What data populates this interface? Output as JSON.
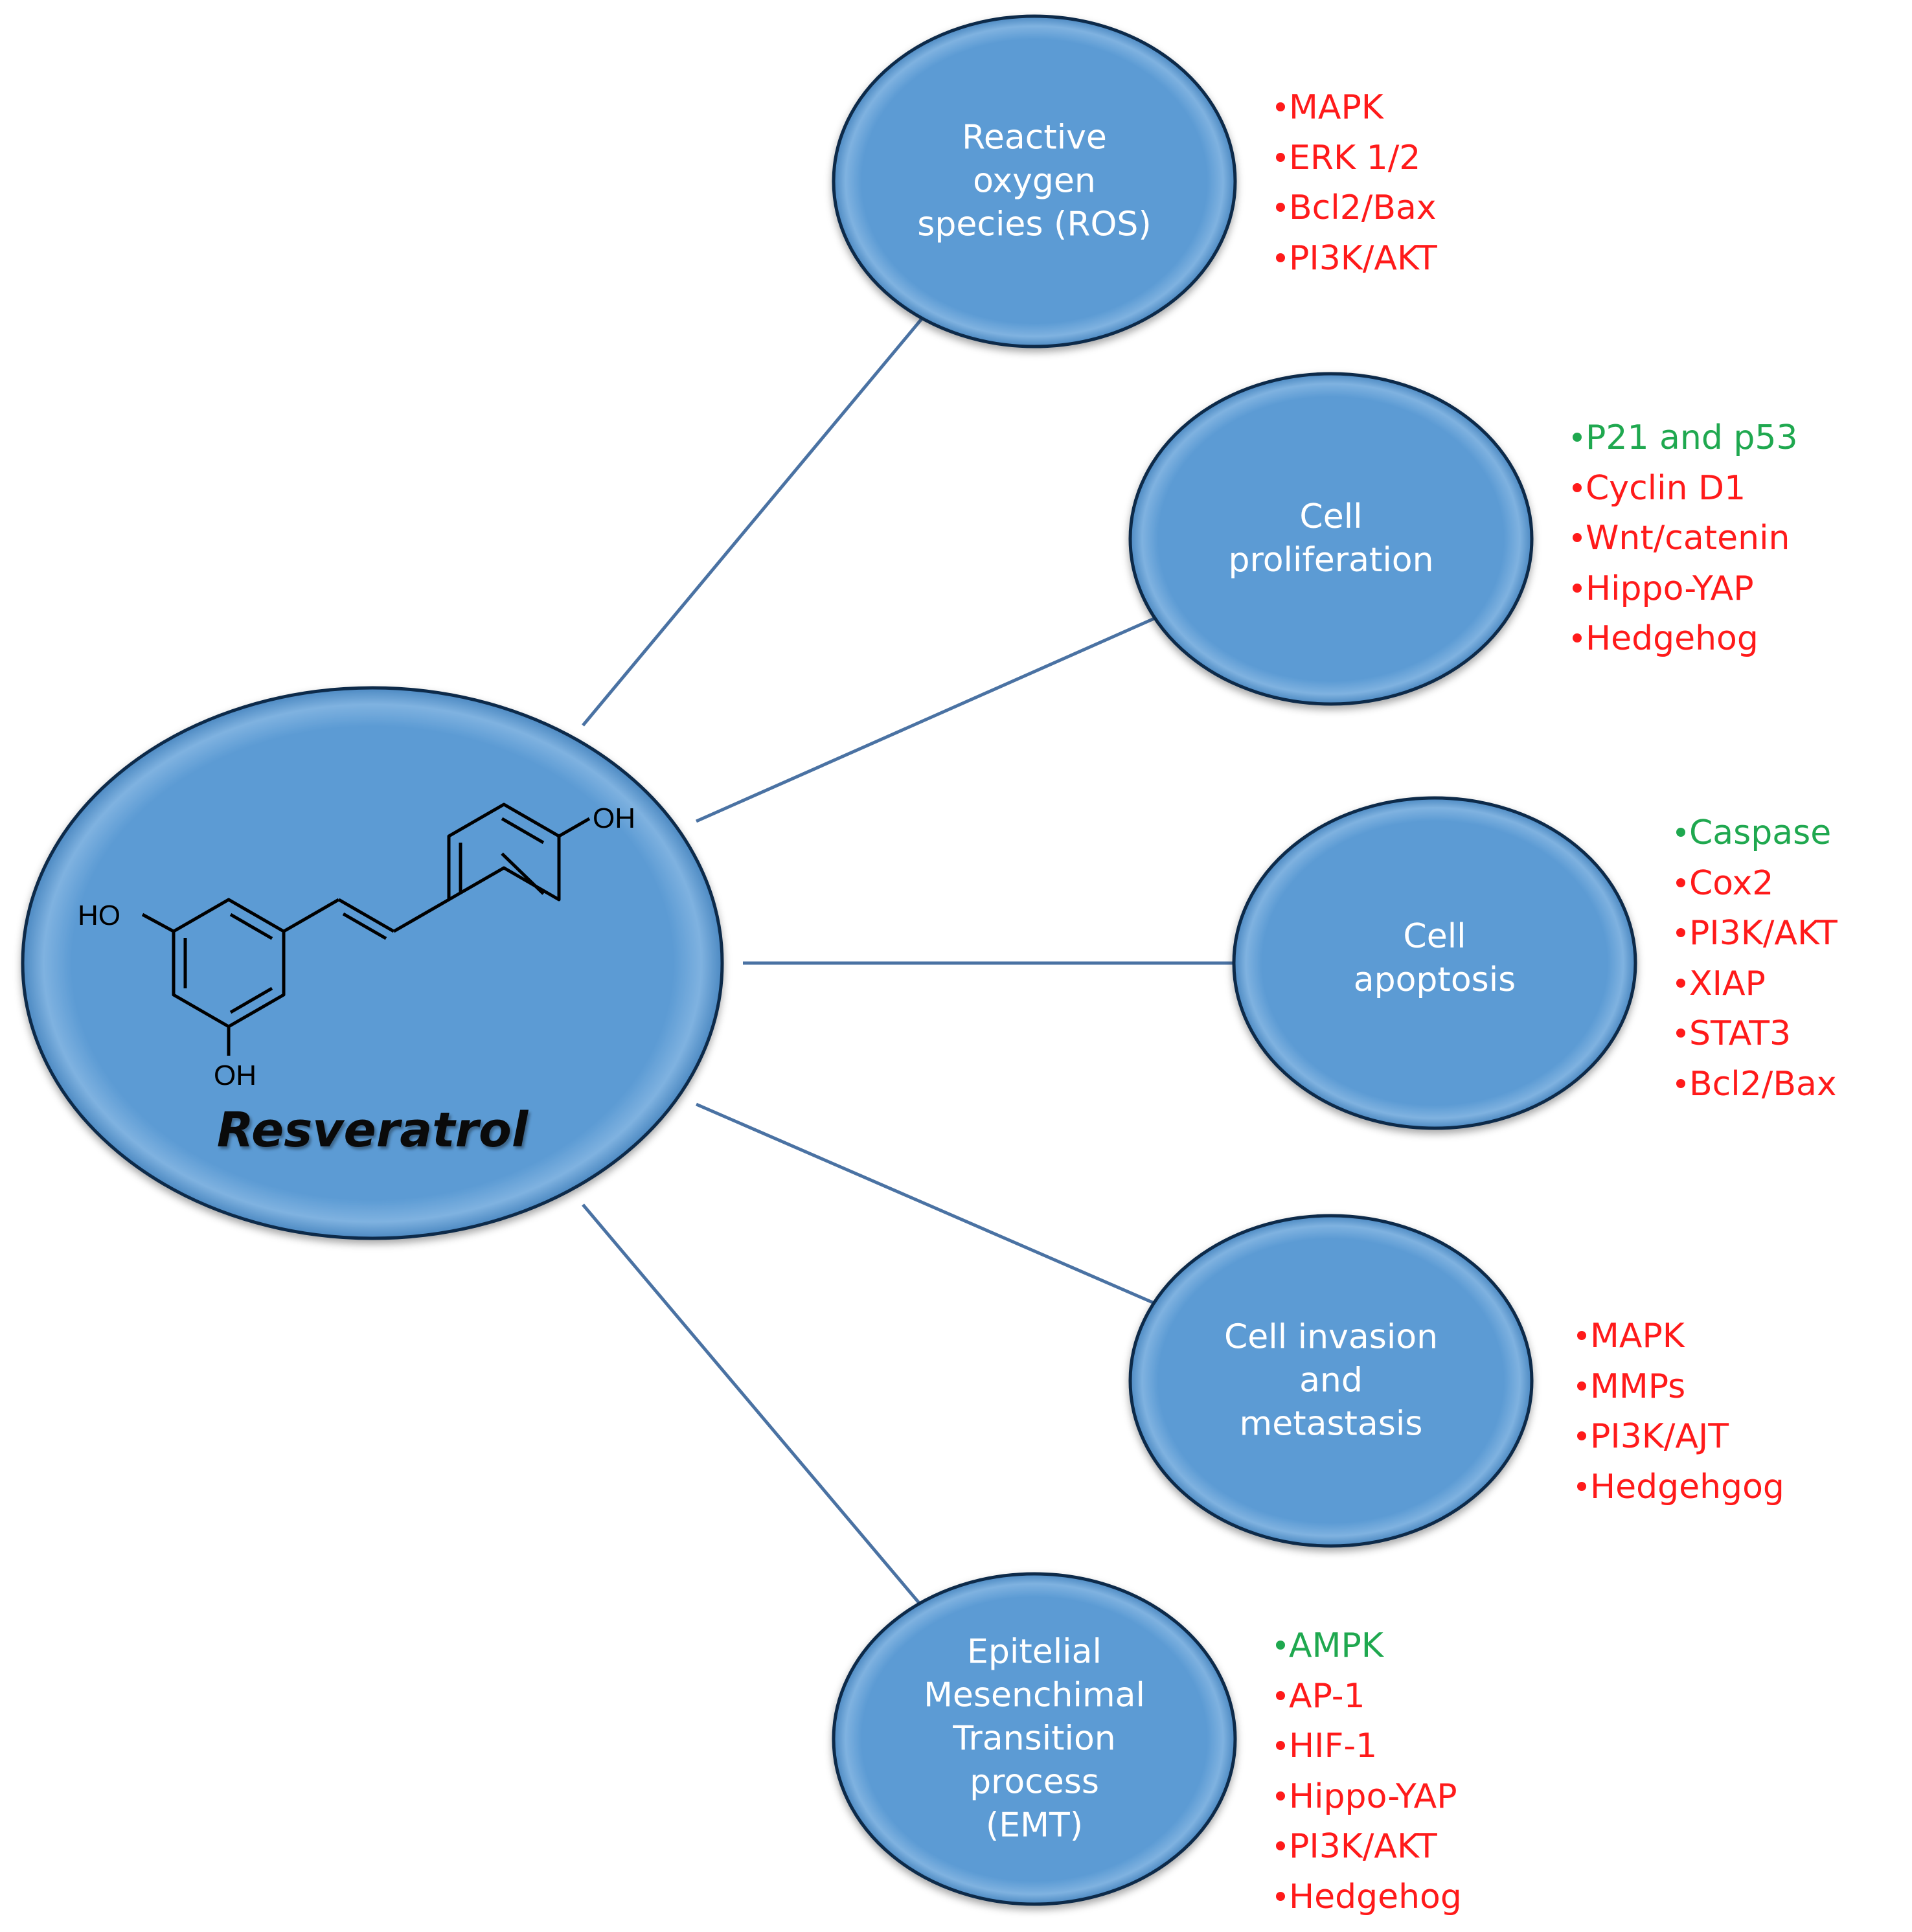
{
  "center": {
    "title": "Resveratrol",
    "molecule_labels": [
      "OH",
      "HO",
      "OH"
    ]
  },
  "colors": {
    "node_fill": "#5b9bd5",
    "node_border": "#0d2a4a",
    "connector": "#4a72a3",
    "label_text": "#ffffff",
    "up_regulated": "#1fa84f",
    "down_regulated": "#ff1a1a"
  },
  "nodes": [
    {
      "id": "ros",
      "lines": [
        "Reactive",
        "oxygen",
        "species (ROS)"
      ],
      "targets": [
        {
          "text": "MAPK",
          "effect": "down"
        },
        {
          "text": "ERK 1/2",
          "effect": "down"
        },
        {
          "text": "Bcl2/Bax",
          "effect": "down"
        },
        {
          "text": "PI3K/AKT",
          "effect": "down"
        }
      ]
    },
    {
      "id": "proliferation",
      "lines": [
        "Cell",
        "proliferation"
      ],
      "targets": [
        {
          "text": "P21 and p53",
          "effect": "up"
        },
        {
          "text": "Cyclin D1",
          "effect": "down"
        },
        {
          "text": "Wnt/catenin",
          "effect": "down"
        },
        {
          "text": "Hippo-YAP",
          "effect": "down"
        },
        {
          "text": "Hedgehog",
          "effect": "down"
        }
      ]
    },
    {
      "id": "apoptosis",
      "lines": [
        "Cell",
        "apoptosis"
      ],
      "targets": [
        {
          "text": "Caspase",
          "effect": "up"
        },
        {
          "text": "Cox2",
          "effect": "down"
        },
        {
          "text": "PI3K/AKT",
          "effect": "down"
        },
        {
          "text": "XIAP",
          "effect": "down"
        },
        {
          "text": "STAT3",
          "effect": "down"
        },
        {
          "text": "Bcl2/Bax",
          "effect": "down"
        }
      ]
    },
    {
      "id": "invasion",
      "lines": [
        "Cell invasion",
        "and",
        "metastasis"
      ],
      "targets": [
        {
          "text": "MAPK",
          "effect": "down"
        },
        {
          "text": "MMPs",
          "effect": "down"
        },
        {
          "text": "PI3K/AJT",
          "effect": "down"
        },
        {
          "text": "Hedgehgog",
          "effect": "down"
        }
      ]
    },
    {
      "id": "emt",
      "lines": [
        "Epitelial",
        "Mesenchimal",
        "Transition",
        "process",
        "(EMT)"
      ],
      "targets": [
        {
          "text": "AMPK",
          "effect": "up"
        },
        {
          "text": "AP-1",
          "effect": "down"
        },
        {
          "text": "HIF-1",
          "effect": "down"
        },
        {
          "text": "Hippo-YAP",
          "effect": "down"
        },
        {
          "text": "PI3K/AKT",
          "effect": "down"
        },
        {
          "text": "Hedgehog",
          "effect": "down"
        }
      ]
    }
  ]
}
